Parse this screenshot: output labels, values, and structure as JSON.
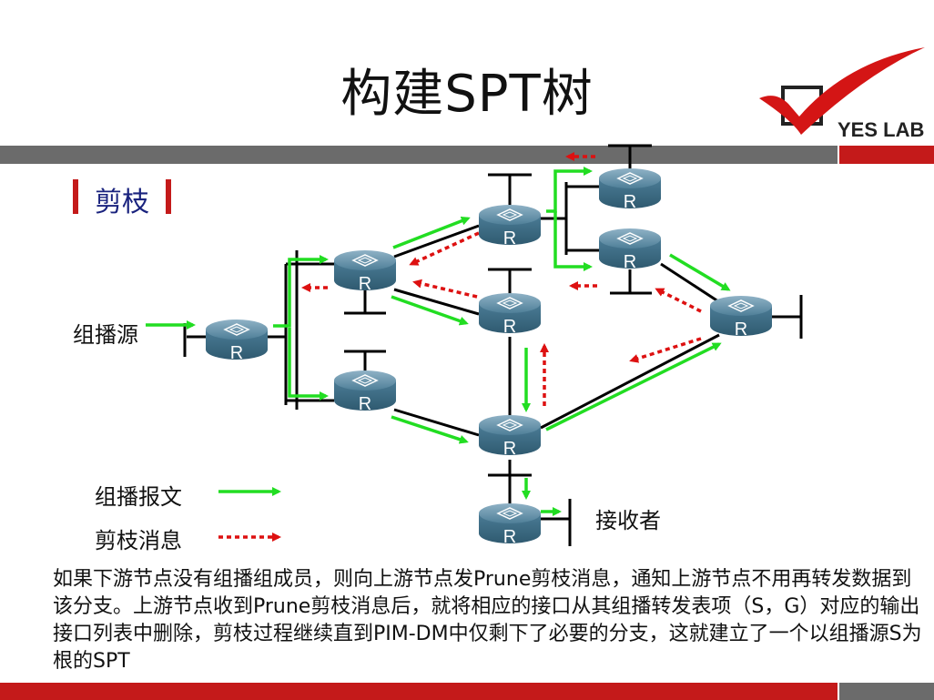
{
  "slide": {
    "title": "构建SPT树",
    "section": "剪枝",
    "logo_text": "YES LAB",
    "colors": {
      "accent_red": "#c41a1a",
      "band_gray": "#6b6b6b",
      "multicast_arrow": "#22dd22",
      "prune_arrow": "#dd1111",
      "router": "#3d6f8a"
    }
  },
  "diagram": {
    "router_label": "R",
    "source_label": "组播源",
    "receiver_label": "接收者",
    "legend": {
      "multicast": "组播报文",
      "prune": "剪枝消息"
    }
  },
  "paragraph": "如果下游节点没有组播组成员，则向上游节点发Prune剪枝消息，通知上游节点不用再转发数据到该分支。上游节点收到Prune剪枝消息后，就将相应的接口从其组播转发表项（S，G）对应的输出接口列表中删除，剪枝过程继续直到PIM-DM中仅剩下了必要的分支，这就建立了一个以组播源S为根的SPT"
}
